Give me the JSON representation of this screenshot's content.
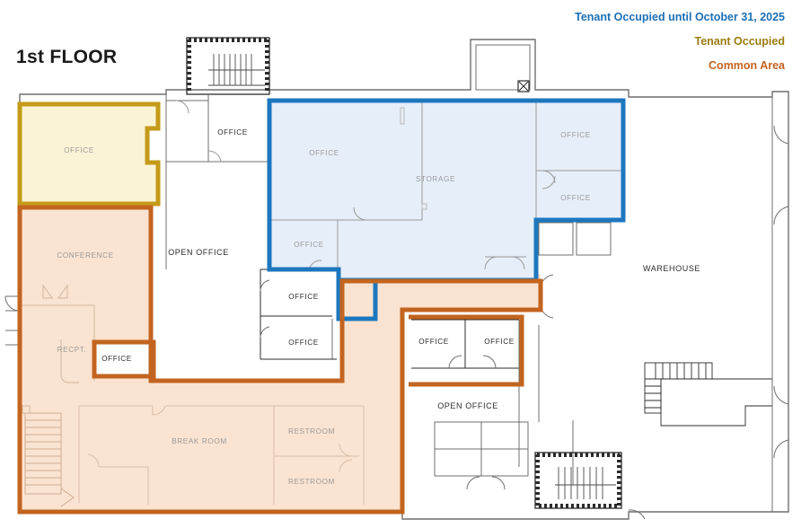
{
  "title": "1st FLOOR",
  "legend": {
    "items": [
      {
        "label": "Tenant Occupied until October 31, 2025",
        "color": "#1C6FB5",
        "key": "tenant_until"
      },
      {
        "label": "Tenant Occupied",
        "color": "#9B7C10",
        "key": "tenant"
      },
      {
        "label": "Common Area",
        "color": "#C2641F",
        "key": "common"
      }
    ]
  },
  "colors": {
    "blue_stroke": "#1D77BE",
    "blue_fill": "#E6EEF9",
    "gold_stroke": "#C49A18",
    "gold_fill": "#FBF3D6",
    "orange_stroke": "#C2641F",
    "orange_fill": "#FAE3D1",
    "wall": "#6f6f6f",
    "wall_dark": "#2b2b2b"
  },
  "rooms": {
    "gold_office": "OFFICE",
    "blue_office_main": "OFFICE",
    "blue_storage": "STORAGE",
    "blue_office_ne": "OFFICE",
    "blue_office_e": "OFFICE",
    "blue_office_sw": "OFFICE",
    "office_top_left": "OFFICE",
    "open_office_upper": "OPEN OFFICE",
    "conference": "CONFERENCE",
    "recpt": "RECPT.",
    "office_recpt": "OFFICE",
    "office_mid_upper": "OFFICE",
    "office_mid_lower": "OFFICE",
    "break_room": "BREAK ROOM",
    "restroom_upper": "RESTROOM",
    "restroom_lower": "RESTROOM",
    "office_center_left": "OFFICE",
    "office_center_right": "OFFICE",
    "open_office_lower": "OPEN OFFICE",
    "warehouse": "WAREHOUSE"
  }
}
